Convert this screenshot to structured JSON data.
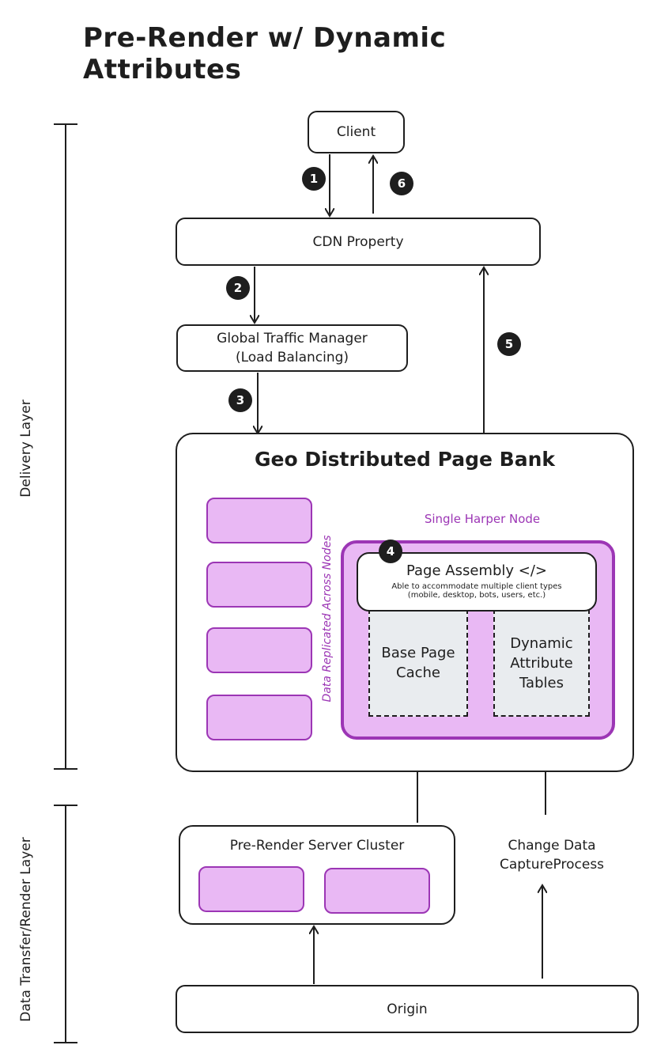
{
  "title": "Pre-Render w/ Dynamic Attributes",
  "nodes": {
    "client": "Client",
    "cdn": "CDN Property",
    "gtm_line1": "Global Traffic Manager",
    "gtm_line2": "(Load Balancing)",
    "page_bank": "Geo Distributed Page Bank",
    "harper_node": "Single Harper Node",
    "replicated": "Data Replicated Across Nodes",
    "page_assembly": "Page Assembly </>",
    "page_assembly_sub1": "Able to accommodate multiple client types",
    "page_assembly_sub2": "(mobile, desktop, bots, users, etc.)",
    "base_cache_line1": "Base Page",
    "base_cache_line2": "Cache",
    "dyn_line1": "Dynamic",
    "dyn_line2": "Attribute",
    "dyn_line3": "Tables",
    "prerender_cluster": "Pre-Render Server Cluster",
    "cdc_line1": "Change Data",
    "cdc_line2": "CaptureProcess",
    "origin": "Origin"
  },
  "layers": {
    "delivery": "Delivery Layer",
    "transfer": "Data Transfer/Render Layer"
  },
  "steps": [
    "1",
    "2",
    "3",
    "4",
    "5",
    "6"
  ],
  "colors": {
    "stroke": "#1e1e1e",
    "pink_fill": "#e9b8f4",
    "purple": "#9c36b5",
    "cache_fill": "#e9ecef"
  }
}
